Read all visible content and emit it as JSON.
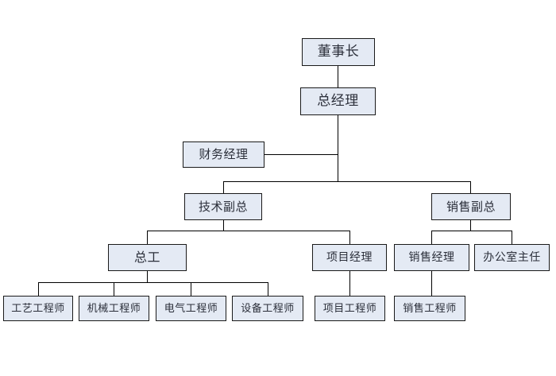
{
  "chart_data": {
    "type": "diagram",
    "title": "",
    "diagram_kind": "organizational-chart",
    "language": "zh-CN",
    "colors": {
      "node_fill": "#e4eaf4",
      "node_border": "#1a1a1a",
      "connector": "#000000",
      "text": "#2b2f3a",
      "background": "#ffffff"
    },
    "levels": [
      [
        "董事长"
      ],
      [
        "总经理"
      ],
      [
        "财务经理"
      ],
      [
        "技术副总",
        "销售副总"
      ],
      [
        "总工",
        "项目经理",
        "销售经理",
        "办公室主任"
      ],
      [
        "工艺工程师",
        "机械工程师",
        "电气工程师",
        "设备工程师",
        "项目工程师",
        "销售工程师"
      ]
    ],
    "edges": [
      [
        "董事长",
        "总经理"
      ],
      [
        "总经理",
        "财务经理"
      ],
      [
        "总经理",
        "技术副总"
      ],
      [
        "总经理",
        "销售副总"
      ],
      [
        "技术副总",
        "总工"
      ],
      [
        "技术副总",
        "项目经理"
      ],
      [
        "销售副总",
        "销售经理"
      ],
      [
        "销售副总",
        "办公室主任"
      ],
      [
        "总工",
        "工艺工程师"
      ],
      [
        "总工",
        "机械工程师"
      ],
      [
        "总工",
        "电气工程师"
      ],
      [
        "总工",
        "设备工程师"
      ],
      [
        "项目经理",
        "项目工程师"
      ],
      [
        "销售经理",
        "销售工程师"
      ]
    ]
  },
  "nodes": {
    "chairman": "董事长",
    "general_manager": "总经理",
    "finance_manager": "财务经理",
    "vp_technology": "技术副总",
    "vp_sales": "销售副总",
    "chief_engineer": "总工",
    "project_manager": "项目经理",
    "sales_manager": "销售经理",
    "office_director": "办公室主任",
    "process_engineer": "工艺工程师",
    "mechanical_engineer": "机械工程师",
    "electrical_engineer": "电气工程师",
    "equipment_engineer": "设备工程师",
    "project_engineer": "项目工程师",
    "sales_engineer": "销售工程师"
  }
}
